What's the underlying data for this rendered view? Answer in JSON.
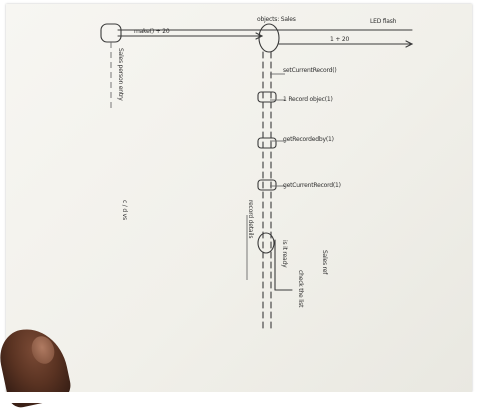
{
  "header": {
    "participant_label": "objects: Sales",
    "right_label": "LED flash"
  },
  "messages": [
    {
      "text": "make() + 20"
    },
    {
      "text": "1 + 20"
    },
    {
      "text": "setCurrentRecord()"
    },
    {
      "text": "1 Record objec(1)"
    },
    {
      "text": "getRecordedby(1)"
    },
    {
      "text": "getCurrentRecord(1)"
    }
  ],
  "side_notes": {
    "actor_label": "Sales person entry",
    "left_note": "c / d vs",
    "vertical_notes": [
      "record details",
      "is it ready",
      "check the list",
      "Sales ref"
    ]
  }
}
